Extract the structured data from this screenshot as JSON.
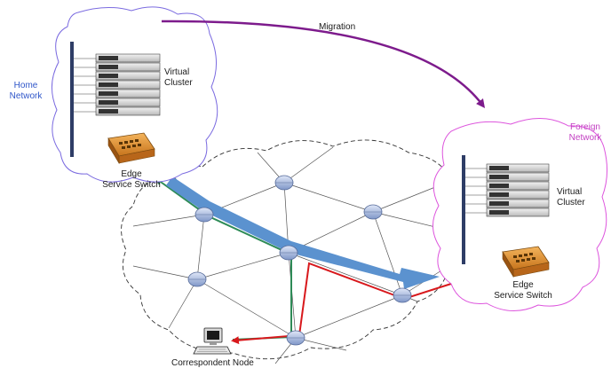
{
  "labels": {
    "migration": "Migration",
    "home_network_line1": "Home",
    "home_network_line2": "Network",
    "home_cluster_line1": "Virtual",
    "home_cluster_line2": "Cluster",
    "home_switch_line1": "Edge",
    "home_switch_line2": "Service Switch",
    "foreign_network_line1": "Foreign",
    "foreign_network_line2": "Network",
    "foreign_cluster_line1": "Virtual",
    "foreign_cluster_line2": "Cluster",
    "foreign_switch_line1": "Edge",
    "foreign_switch_line2": "Service Switch",
    "correspondent": "Correspondent Node"
  },
  "colors": {
    "home_cloud": "#7b6be0",
    "foreign_cloud": "#dd55dd",
    "migration_arrow": "#7d1b8c",
    "tunnel_arrow": "#5b92cf",
    "green_path": "#2e8b57",
    "red_path": "#d8181c",
    "router_fill": "#9fb3dc",
    "switch_fill": "#e89a33"
  },
  "icons": {
    "server_rack": "server-rack-icon",
    "switch": "edge-switch-icon",
    "router": "router-icon",
    "computer": "desktop-computer-icon"
  }
}
